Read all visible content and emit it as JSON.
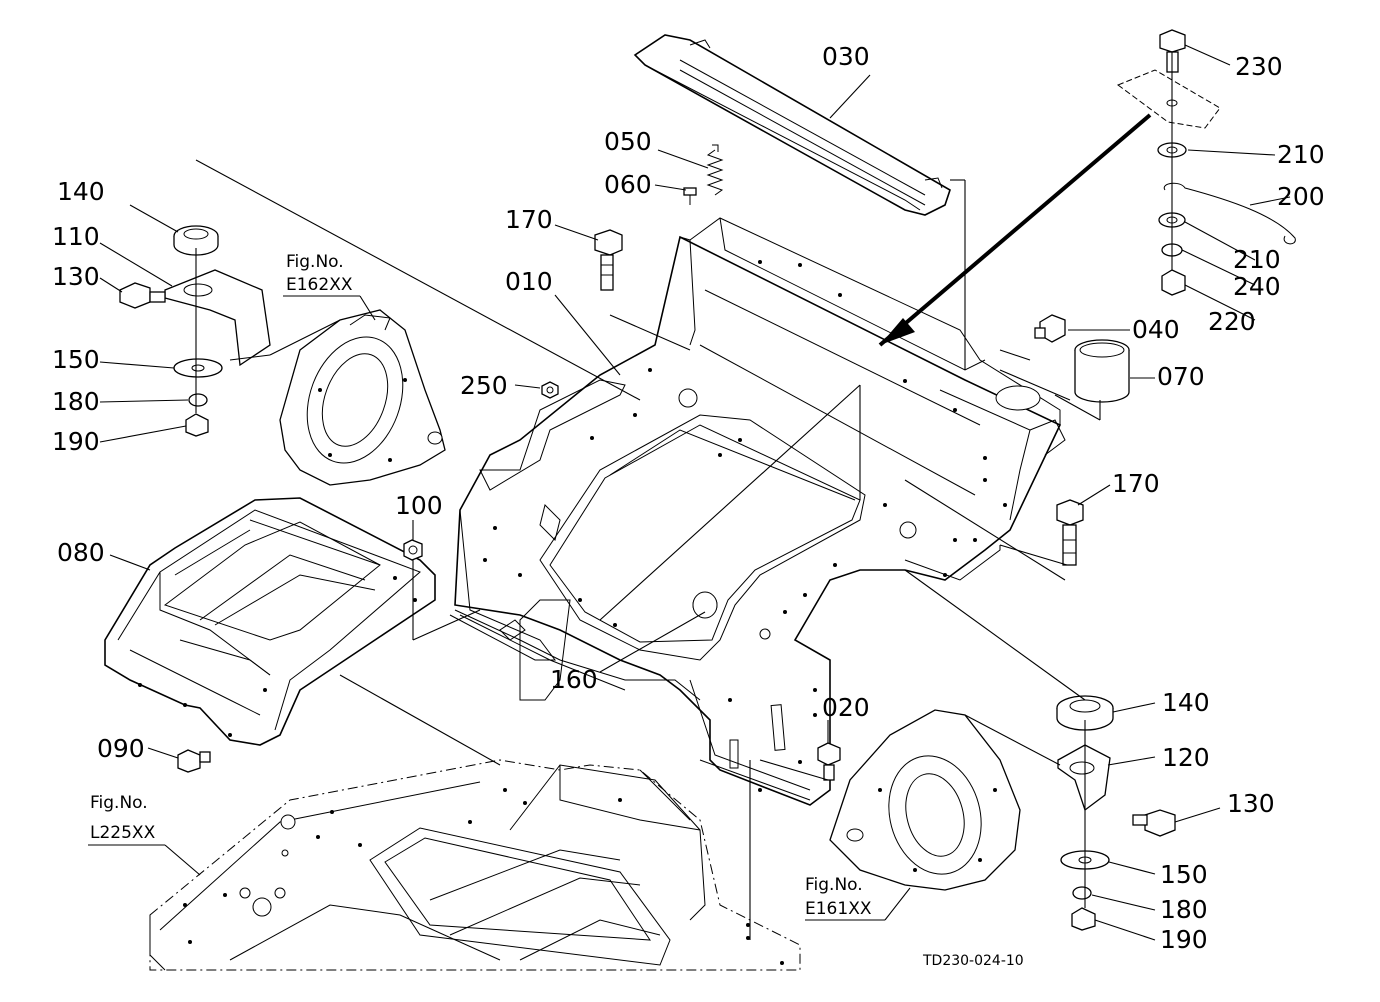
{
  "callouts": {
    "c030": "030",
    "c050": "050",
    "c060": "060",
    "c170a": "170",
    "c010": "010",
    "c040": "040",
    "c070": "070",
    "c250": "250",
    "c170b": "170",
    "c100": "100",
    "c080": "080",
    "c160": "160",
    "c020": "020",
    "c090": "090",
    "c140a": "140",
    "c110": "110",
    "c130a": "130",
    "c150a": "150",
    "c180a": "180",
    "c190a": "190",
    "c230": "230",
    "c210a": "210",
    "c200": "200",
    "c210b": "210",
    "c240": "240",
    "c220": "220",
    "c140b": "140",
    "c120": "120",
    "c130b": "130",
    "c150b": "150",
    "c180b": "180",
    "c190b": "190"
  },
  "figrefs": {
    "e162_label": "Fig.No.",
    "e162_code": "E162XX",
    "l225_label": "Fig.No.",
    "l225_code": "L225XX",
    "e161_label": "Fig.No.",
    "e161_code": "E161XX"
  },
  "drawing_code": "TD230-024-10"
}
